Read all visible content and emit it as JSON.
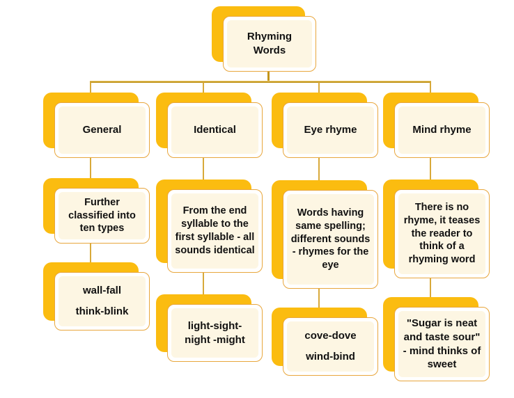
{
  "root": {
    "label": "Rhyming Words"
  },
  "branches": [
    {
      "title": "General",
      "description": "Further classified into ten types",
      "examples": [
        "wall-fall",
        "think-blink"
      ]
    },
    {
      "title": "Identical",
      "description": "From the end syllable to the first syllable - all sounds identical",
      "examples": [
        "light-sight-night -might"
      ]
    },
    {
      "title": "Eye rhyme",
      "description": "Words having same spelling; different sounds - rhymes for the eye",
      "examples": [
        "cove-dove",
        "wind-bind"
      ]
    },
    {
      "title": "Mind rhyme",
      "description": "There is no rhyme, it teases the reader to think of a rhyming word",
      "examples": [
        "\"Sugar is neat and taste sour\" - mind thinks of sweet"
      ]
    }
  ],
  "colors": {
    "gold": "#FBBC10",
    "cream": "#FDF6E3",
    "box-border": "#E8A63C",
    "connector": "#D8A93A",
    "connector-dark": "#C2951B",
    "text": "#111111"
  }
}
